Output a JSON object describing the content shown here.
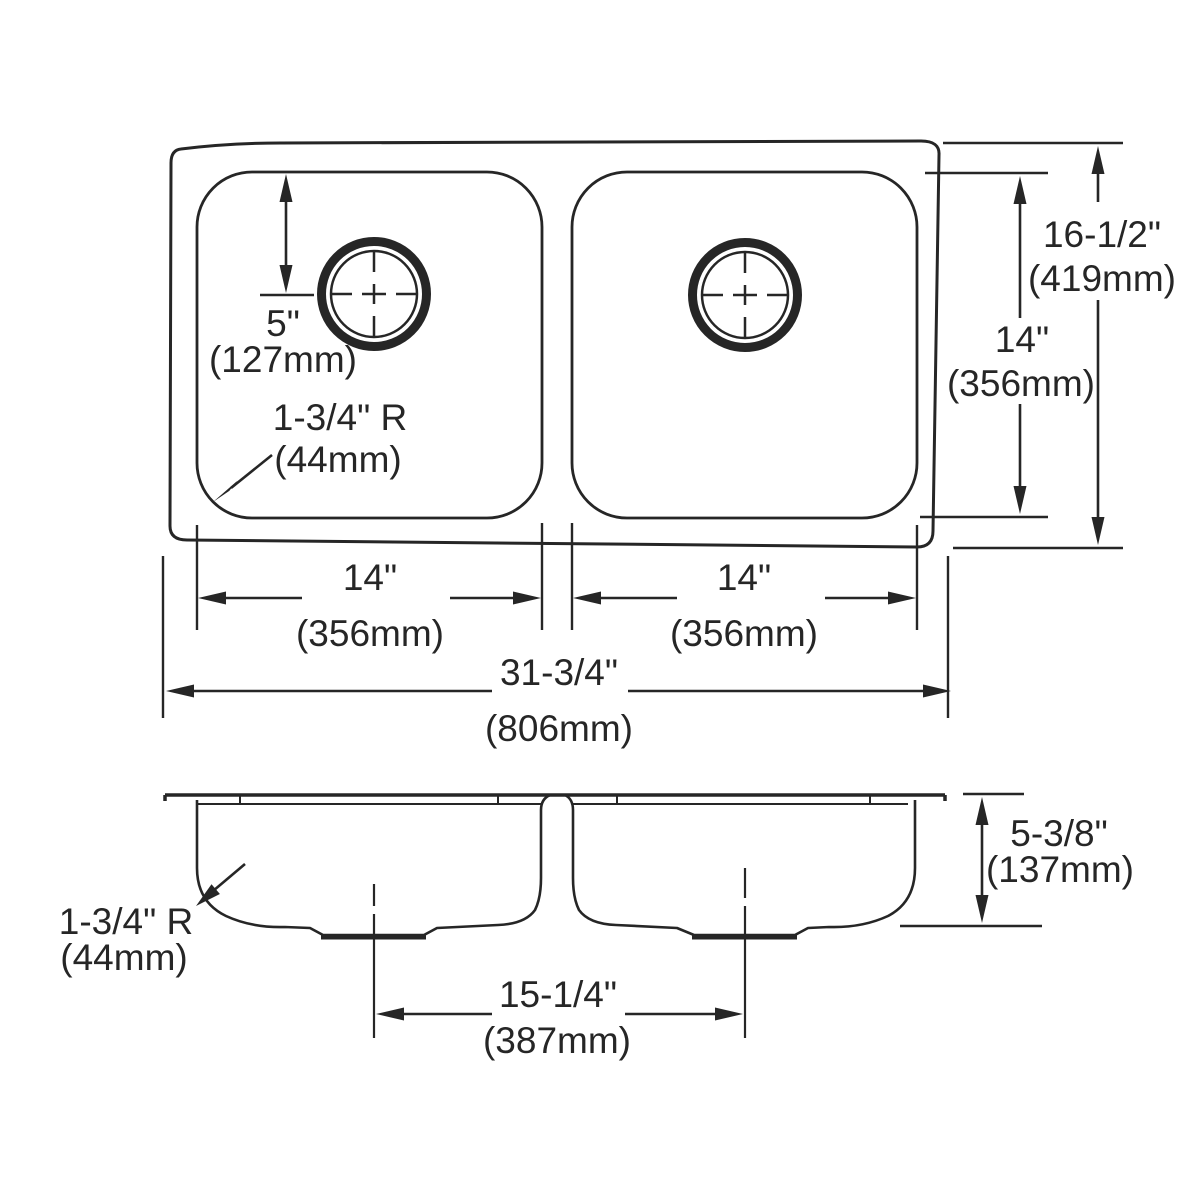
{
  "drawing": {
    "type": "technical-dimension-drawing",
    "subject": "double-bowl undermount kitchen sink",
    "background": "#ffffff",
    "line_color": "#262626",
    "views": {
      "top": {
        "name": "plan-view",
        "dims": {
          "drain_offset": {
            "in": "5\"",
            "mm": "(127mm)"
          },
          "corner_radius": {
            "in": "1-3/4\" R",
            "mm": "(44mm)"
          },
          "left_bowl_width": {
            "in": "14\"",
            "mm": "(356mm)"
          },
          "right_bowl_width": {
            "in": "14\"",
            "mm": "(356mm)"
          },
          "overall_width": {
            "in": "31-3/4\"",
            "mm": "(806mm)"
          },
          "bowl_front_to_back": {
            "in": "14\"",
            "mm": "(356mm)"
          },
          "overall_front_to_back": {
            "in": "16-1/2\"",
            "mm": "(419mm)"
          }
        }
      },
      "side": {
        "name": "section-view",
        "dims": {
          "corner_radius": {
            "in": "1-3/4\" R",
            "mm": "(44mm)"
          },
          "drain_spacing": {
            "in": "15-1/4\"",
            "mm": "(387mm)"
          },
          "bowl_depth": {
            "in": "5-3/8\"",
            "mm": "(137mm)"
          }
        }
      }
    }
  }
}
